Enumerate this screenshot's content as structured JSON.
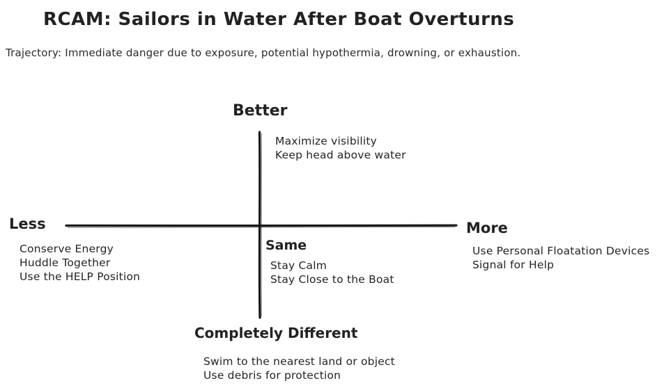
{
  "header": {
    "title": "RCAM: Sailors in Water After Boat Overturns",
    "trajectory": "Trajectory: Immediate danger due to exposure, potential hypothermia, drowning, or exhaustion."
  },
  "colors": {
    "ink": "#1f1f1f",
    "axis": "#171717",
    "background": "#ffffff"
  },
  "quadrants": {
    "better": {
      "label": "Better",
      "items": [
        "Maximize visibility",
        "Keep head above water"
      ]
    },
    "less": {
      "label": "Less",
      "items": [
        "Conserve Energy",
        "Huddle Together",
        "Use the HELP Position"
      ]
    },
    "same": {
      "label": "Same",
      "items": [
        "Stay Calm",
        "Stay Close to the Boat"
      ]
    },
    "more": {
      "label": "More",
      "items": [
        "Use Personal Floatation Devices",
        "Signal for Help"
      ]
    },
    "completely_different": {
      "label": "Completely Different",
      "items": [
        "Swim to the nearest land or object",
        "Use debris for protection"
      ]
    }
  }
}
